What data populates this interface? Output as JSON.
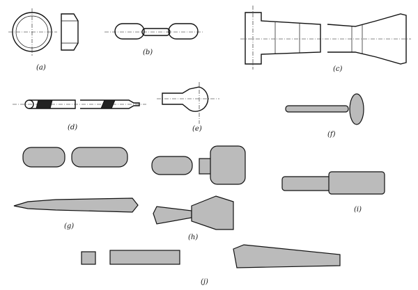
{
  "figure": {
    "labels": {
      "a": "(a)",
      "b": "(b)",
      "c": "(c)",
      "d": "(d)",
      "e": "(e)",
      "f": "(f)",
      "g": "(g)",
      "h": "(h)",
      "i": "(i)",
      "j": "(j)"
    }
  }
}
